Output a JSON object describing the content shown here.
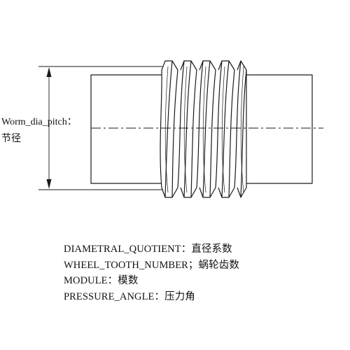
{
  "dimension": {
    "label_en": "Worm_dia_pitch：",
    "label_cn": "节径"
  },
  "legend": [
    {
      "key": "DIAMETRAL_QUOTIENT：",
      "value": "直径系数"
    },
    {
      "key": "WHEEL_TOOTH_NUMBER；",
      "value": "蜗轮齿数"
    },
    {
      "key": "MODULE：",
      "value": "模数"
    },
    {
      "key": "PRESSURE_ANGLE：",
      "value": "压力角"
    }
  ],
  "colors": {
    "line": "#1a1a1a",
    "background": "#ffffff"
  }
}
